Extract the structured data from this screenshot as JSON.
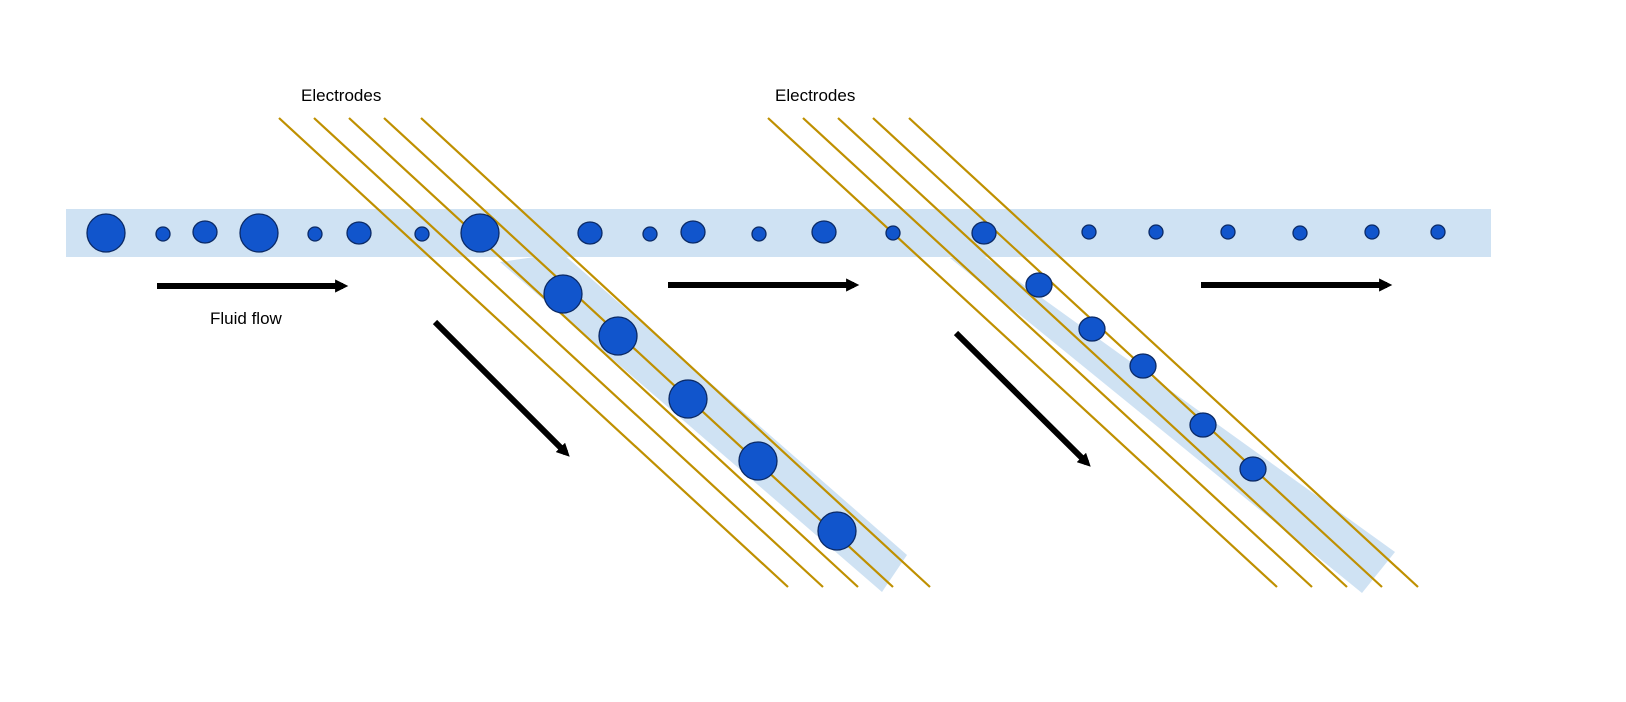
{
  "labels": {
    "electrodes_left": "Electrodes",
    "electrodes_right": "Electrodes",
    "fluid_flow": "Fluid flow"
  },
  "colors": {
    "channel": "#cfe2f3",
    "particle_fill": "#1155cc",
    "particle_stroke": "#0b2a66",
    "electrode": "#bf9000",
    "arrow": "#000000"
  }
}
